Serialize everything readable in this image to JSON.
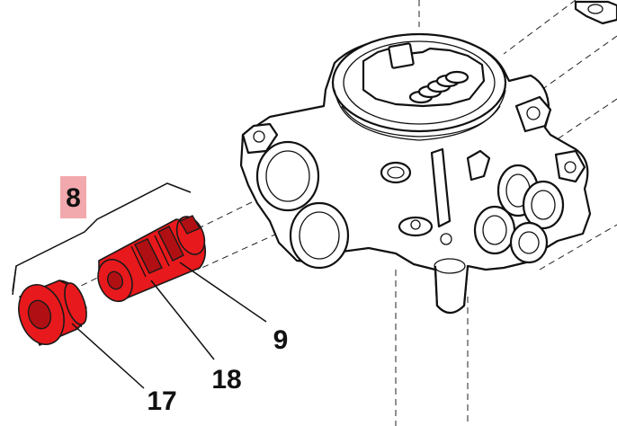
{
  "callouts": {
    "group": "8",
    "part_9": "9",
    "part_17": "17",
    "part_18": "18"
  },
  "colors": {
    "highlight_part": "#e8191c",
    "group_label_bg": "#f2a9ad",
    "line": "#111111"
  }
}
